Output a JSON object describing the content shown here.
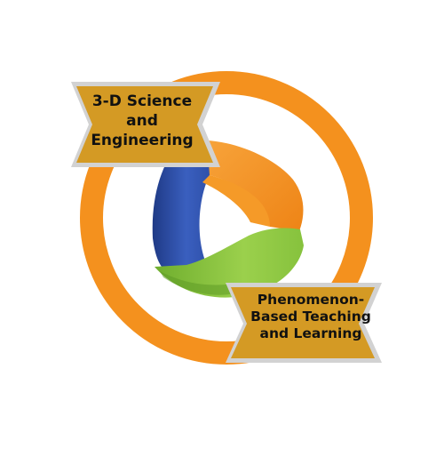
{
  "colors": {
    "ring": "#F4911E",
    "blue": "#2D4FA8",
    "orange": "#F4911E",
    "green": "#8CC63F",
    "banner_fill": "#D49A24",
    "banner_border": "#D2D2D2"
  },
  "labels": [
    {
      "lines": [
        "3-D Science",
        "and",
        "Engineering"
      ]
    },
    {
      "lines": [
        "Phenomenon-",
        "Based Teaching",
        "and Learning"
      ]
    }
  ]
}
